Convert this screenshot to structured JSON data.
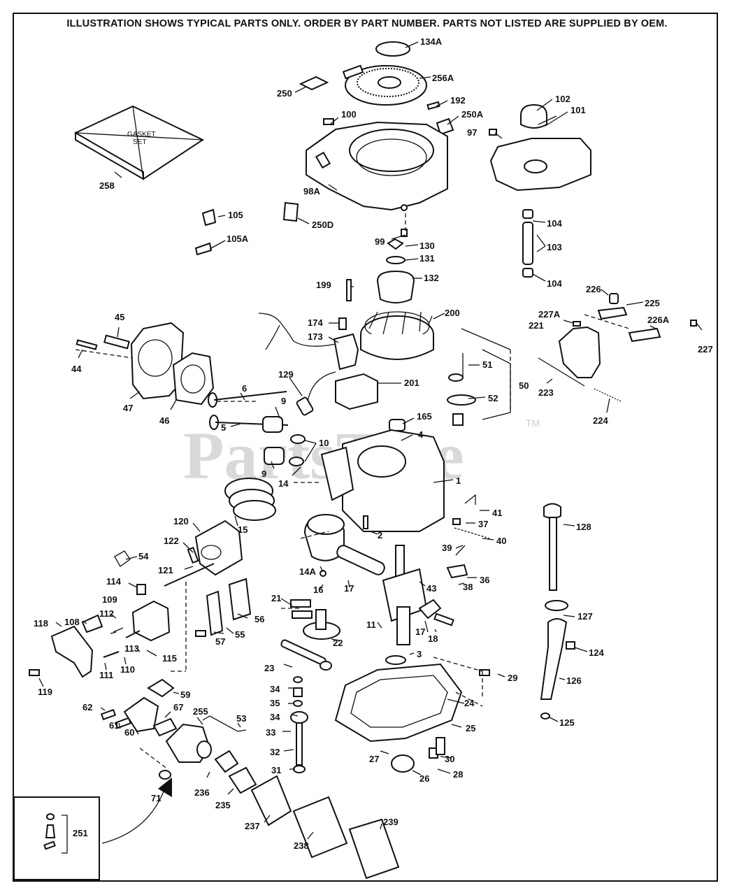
{
  "header": {
    "notice": "ILLUSTRATION SHOWS TYPICAL PARTS ONLY. ORDER BY PART NUMBER. PARTS NOT LISTED ARE SUPPLIED BY OEM."
  },
  "watermark": {
    "text": "PartsTree",
    "tm": "TM"
  },
  "gasket_set": {
    "line1": "GASKET",
    "line2": "SET"
  },
  "labels": {
    "134A": "134A",
    "256A": "256A",
    "250": "250",
    "192": "192",
    "100": "100",
    "250A": "250A",
    "102": "102",
    "101": "101",
    "97": "97",
    "258": "258",
    "98A": "98A",
    "250D": "250D",
    "105": "105",
    "105A": "105A",
    "99": "99",
    "104a": "104",
    "103": "103",
    "104b": "104",
    "130": "130",
    "131": "131",
    "132": "132",
    "199": "199",
    "200": "200",
    "174": "174",
    "173": "173",
    "226": "226",
    "225": "225",
    "227A": "227A",
    "221": "221",
    "226A": "226A",
    "227": "227",
    "45": "45",
    "44": "44",
    "47": "47",
    "46": "46",
    "129": "129",
    "201": "201",
    "6": "6",
    "9a": "9",
    "5": "5",
    "10": "10",
    "9b": "9",
    "51": "51",
    "52": "52",
    "50": "50",
    "165": "165",
    "4": "4",
    "223": "223",
    "224": "224",
    "14": "14",
    "1": "1",
    "15": "15",
    "120": "120",
    "122": "122",
    "54": "54",
    "121": "121",
    "41": "41",
    "37": "37",
    "40": "40",
    "128": "128",
    "2": "2",
    "14A": "14A",
    "39": "39",
    "43": "43",
    "36": "36",
    "38": "38",
    "114": "114",
    "16": "16",
    "17a": "17",
    "109": "109",
    "21": "21",
    "56": "56",
    "118": "118",
    "108": "108",
    "112": "112",
    "55": "55",
    "57": "57",
    "11": "11",
    "17b": "17",
    "18": "18",
    "127": "127",
    "113": "113",
    "115": "115",
    "110": "110",
    "111": "111",
    "22": "22",
    "3": "3",
    "124": "124",
    "23": "23",
    "119": "119",
    "59": "59",
    "29": "29",
    "126": "126",
    "34a": "34",
    "24": "24",
    "62": "62",
    "67": "67",
    "255": "255",
    "53": "53",
    "35": "35",
    "125": "125",
    "34b": "34",
    "25": "25",
    "61": "61",
    "60": "60",
    "33": "33",
    "27": "27",
    "32": "32",
    "30": "30",
    "31": "31",
    "26": "26",
    "28": "28",
    "71": "71",
    "236": "236",
    "235": "235",
    "239": "239",
    "251": "251",
    "237": "237",
    "238": "238"
  }
}
